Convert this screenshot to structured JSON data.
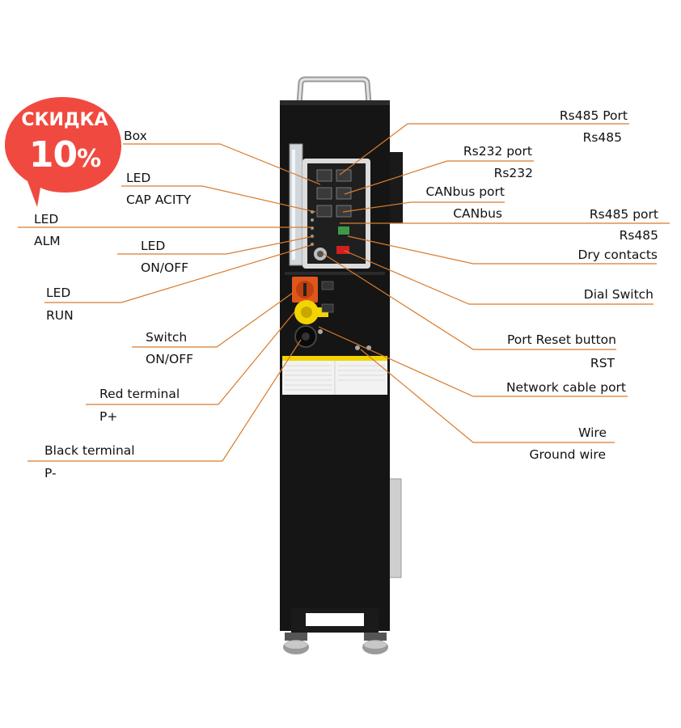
{
  "badge": {
    "title": "СКИДКА",
    "value": "10",
    "unit": "%",
    "color": "#f04a40"
  },
  "colors": {
    "leader": "#d97b2c",
    "cabinet": "#151515",
    "panel": "#1f1f1f",
    "orange": "#e0571b",
    "yellow": "#f2d400"
  },
  "left_labels": [
    {
      "id": "box",
      "name": "Box",
      "sub": ""
    },
    {
      "id": "led-capacity",
      "name": "LED",
      "sub": "CAP ACITY"
    },
    {
      "id": "led-alm",
      "name": "LED",
      "sub": "ALM"
    },
    {
      "id": "led-onoff",
      "name": "LED",
      "sub": "ON/OFF"
    },
    {
      "id": "led-run",
      "name": "LED",
      "sub": "RUN"
    },
    {
      "id": "switch",
      "name": "Switch",
      "sub": "ON/OFF"
    },
    {
      "id": "red-terminal",
      "name": "Red terminal",
      "sub": "P+"
    },
    {
      "id": "black-terminal",
      "name": "Black terminal",
      "sub": "P-"
    }
  ],
  "right_labels": [
    {
      "id": "rs485-port-1",
      "name": "Rs485 Port",
      "sub": "Rs485"
    },
    {
      "id": "rs232-port",
      "name": "Rs232 port",
      "sub": "Rs232"
    },
    {
      "id": "canbus-port",
      "name": "CANbus port",
      "sub": "CANbus"
    },
    {
      "id": "rs485-port-2",
      "name": "Rs485 port",
      "sub": "Rs485"
    },
    {
      "id": "dry-contacts",
      "name": "Dry contacts",
      "sub": ""
    },
    {
      "id": "dial-switch",
      "name": "Dial Switch",
      "sub": ""
    },
    {
      "id": "port-reset",
      "name": "Port Reset button",
      "sub": "RST"
    },
    {
      "id": "network-port",
      "name": "Network cable port",
      "sub": ""
    },
    {
      "id": "wire",
      "name": "Wire",
      "sub": "Ground wire"
    }
  ]
}
